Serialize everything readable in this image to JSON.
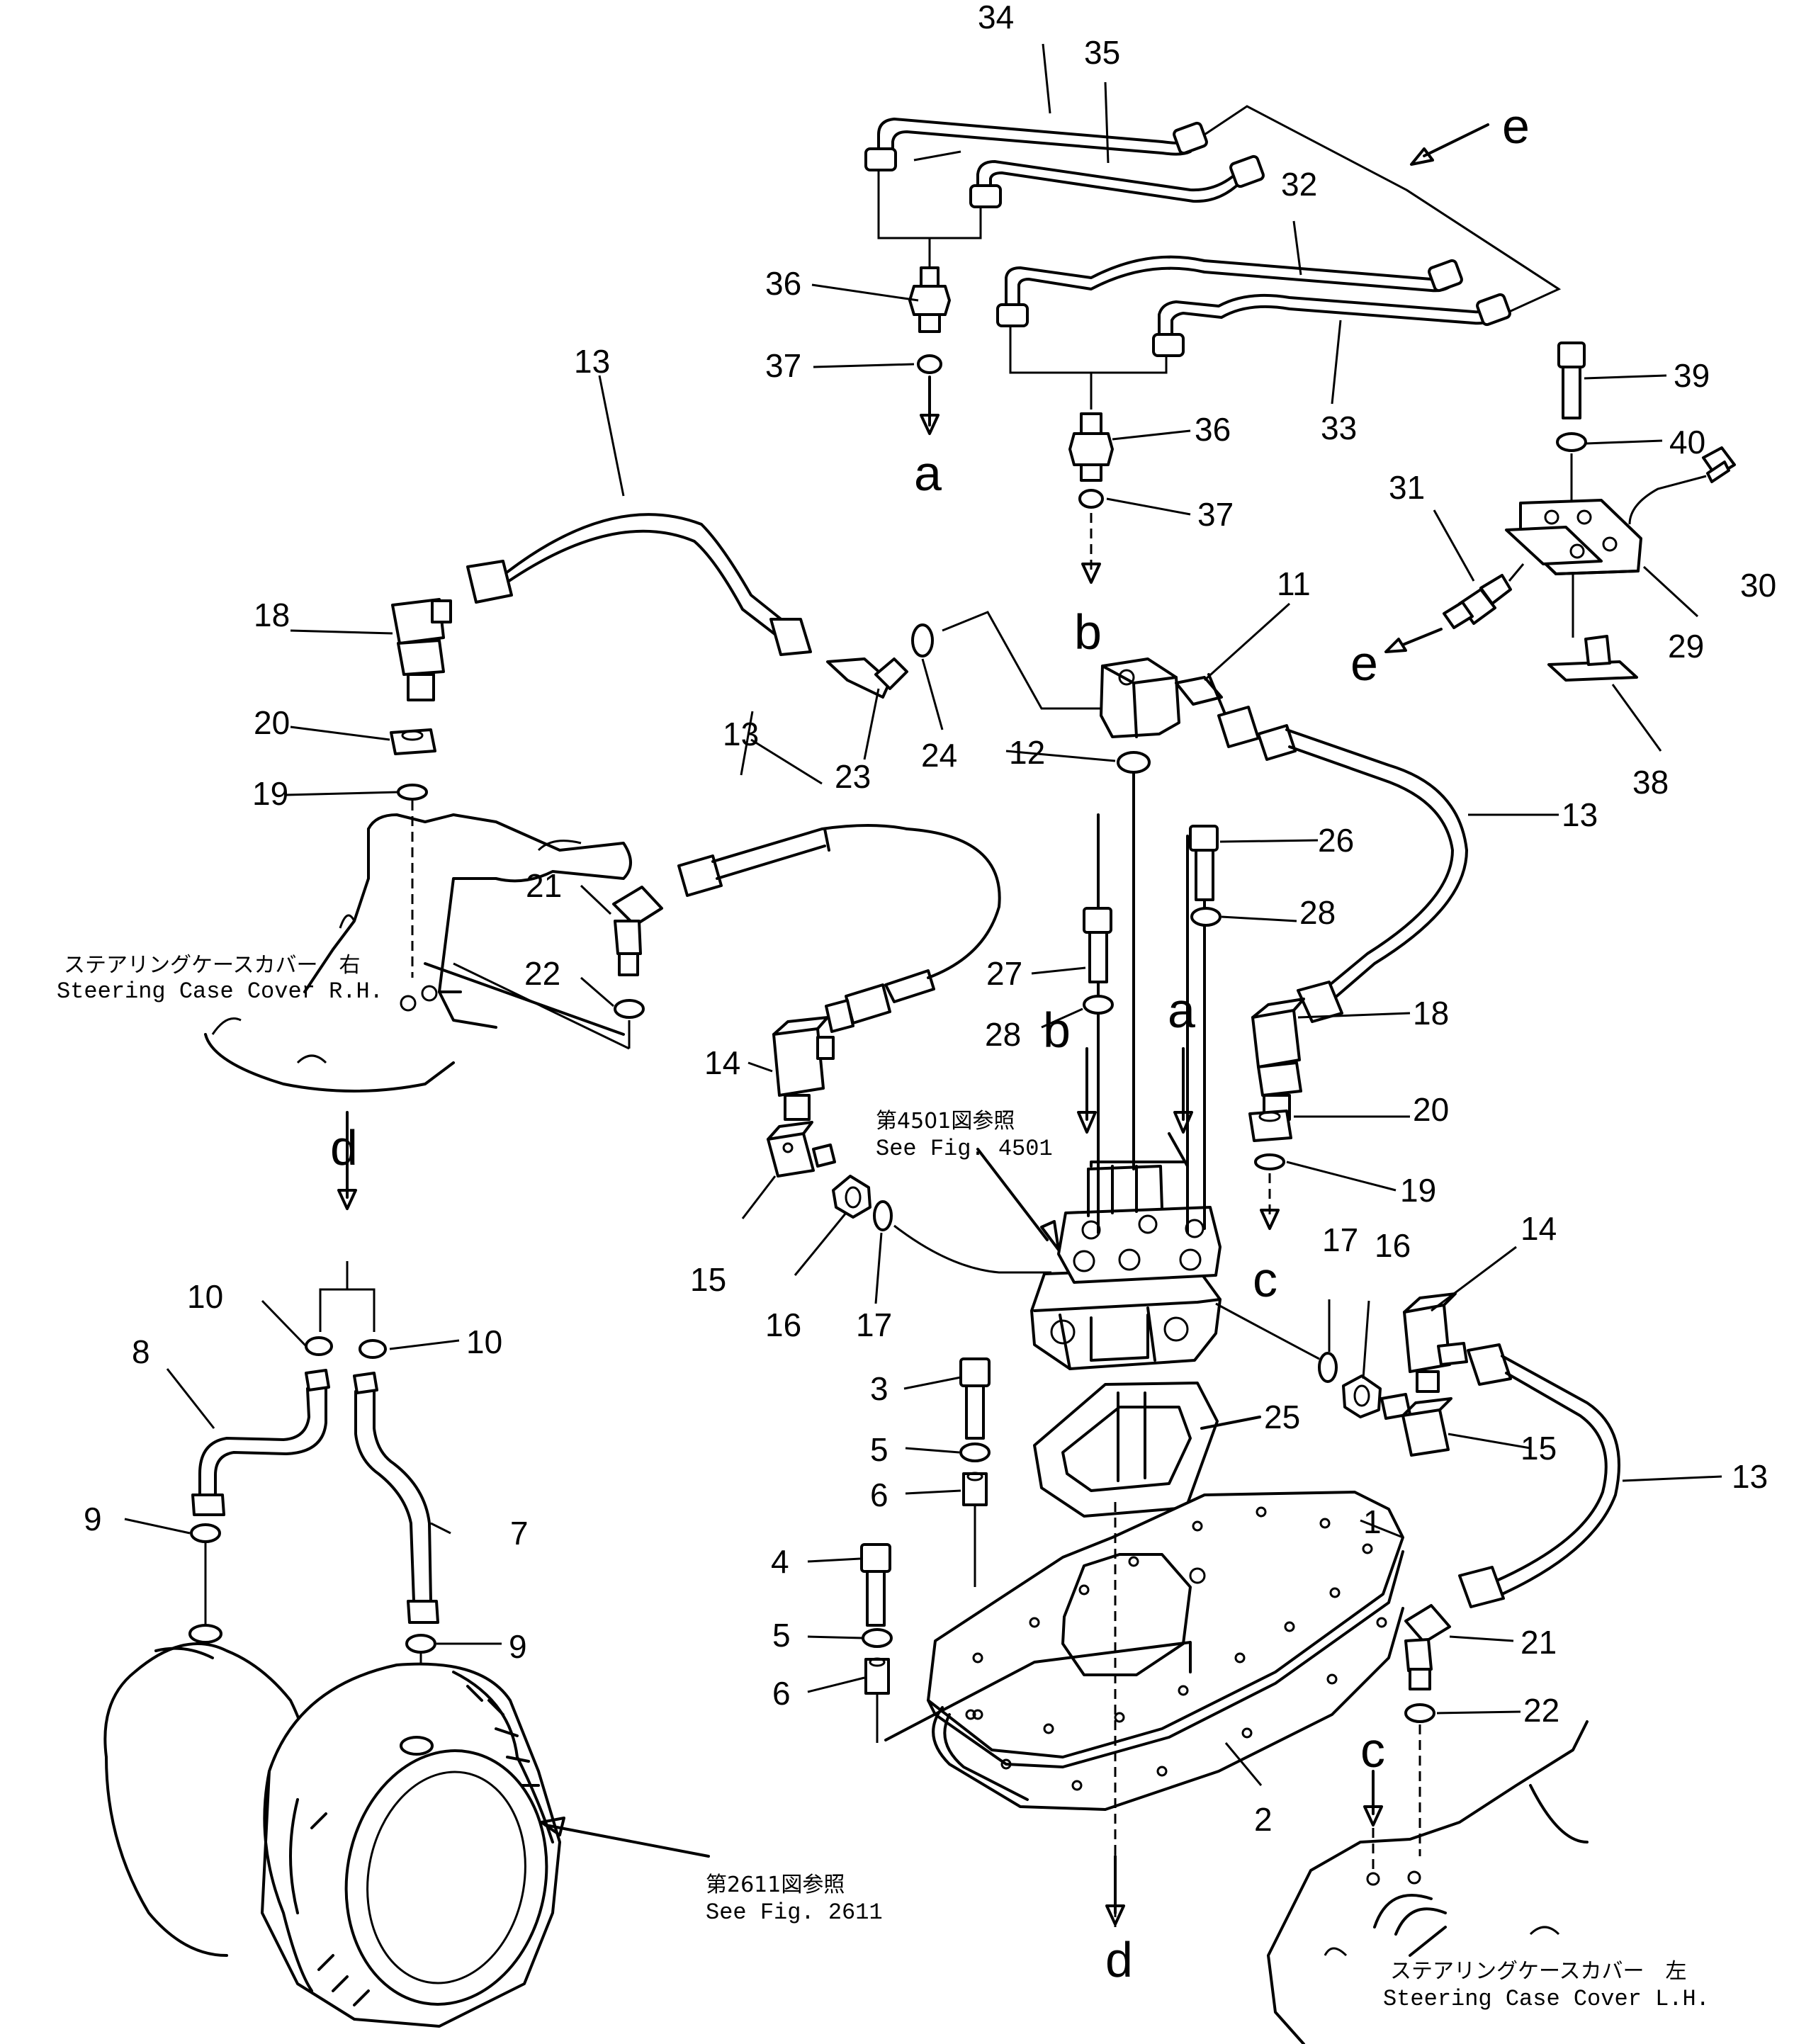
{
  "labels": {
    "n1": "1",
    "n2": "2",
    "n3": "3",
    "n4": "4",
    "n5a": "5",
    "n5b": "5",
    "n6a": "6",
    "n6b": "6",
    "n7": "7",
    "n8": "8",
    "n9a": "9",
    "n9b": "9",
    "n10a": "10",
    "n10b": "10",
    "n11": "11",
    "n12": "12",
    "n13a": "13",
    "n13b": "13",
    "n13c": "13",
    "n13d": "13",
    "n14a": "14",
    "n14b": "14",
    "n15a": "15",
    "n15b": "15",
    "n16a": "16",
    "n16b": "16",
    "n17a": "17",
    "n17b": "17",
    "n18a": "18",
    "n18b": "18",
    "n19a": "19",
    "n19b": "19",
    "n20a": "20",
    "n20b": "20",
    "n21a": "21",
    "n21b": "21",
    "n22a": "22",
    "n22b": "22",
    "n23": "23",
    "n24": "24",
    "n25": "25",
    "n26": "26",
    "n27": "27",
    "n28a": "28",
    "n28b": "28",
    "n29": "29",
    "n30": "30",
    "n31": "31",
    "n32": "32",
    "n33": "33",
    "n34": "34",
    "n35": "35",
    "n36a": "36",
    "n36b": "36",
    "n37a": "37",
    "n37b": "37",
    "n38": "38",
    "n39": "39",
    "n40": "40"
  },
  "letters": {
    "a1": "a",
    "a2": "a",
    "b1": "b",
    "b2": "b",
    "c1": "c",
    "c2": "c",
    "d1": "d",
    "d2": "d",
    "e1": "e",
    "e2": "e"
  },
  "notes": {
    "steering_rh_jp": "ステアリングケースカバー　右",
    "steering_rh_en": "Steering Case Cover R.H.",
    "steering_lh_jp": "ステアリングケースカバー　左",
    "steering_lh_en": "Steering Case Cover L.H.",
    "fig4501_jp": "第4501図参照",
    "fig4501_en": "See Fig. 4501",
    "fig2611_jp": "第2611図参照",
    "fig2611_en": "See Fig. 2611"
  }
}
